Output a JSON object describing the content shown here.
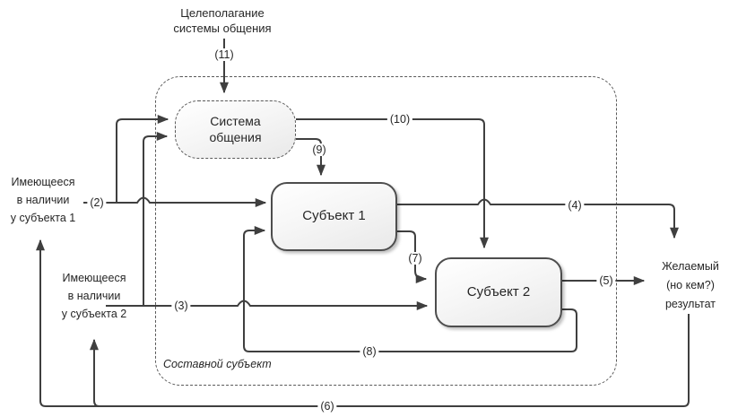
{
  "diagram": {
    "top_label": {
      "lines": [
        "Целеполагание",
        "системы общения"
      ]
    },
    "container": {
      "caption": "Составной субъект"
    },
    "nodes": {
      "system": {
        "lines": [
          "Система",
          "общения"
        ]
      },
      "subject1": {
        "label": "Субъект 1"
      },
      "subject2": {
        "label": "Субъект 2"
      }
    },
    "external_labels": {
      "left1": {
        "lines": [
          "Имеющееся",
          "в наличии",
          "у субъекта 1"
        ]
      },
      "left2": {
        "lines": [
          "Имеющееся",
          "в наличии",
          "у субъекта 2"
        ]
      },
      "right": {
        "lines": [
          "Желаемый",
          "(но кем?)",
          "результат"
        ]
      }
    },
    "edges": {
      "e2": "(2)",
      "e3": "(3)",
      "e4": "(4)",
      "e5": "(5)",
      "e6": "(6)",
      "e7": "(7)",
      "e8": "(8)",
      "e9": "(9)",
      "e10": "(10)",
      "e11": "(11)"
    },
    "colors": {
      "wire": "#3f3f3f",
      "dashed_border": "#595959",
      "node_fill_top": "#ffffff",
      "node_fill_bottom": "#e9e9e9",
      "text": "#262626"
    }
  }
}
